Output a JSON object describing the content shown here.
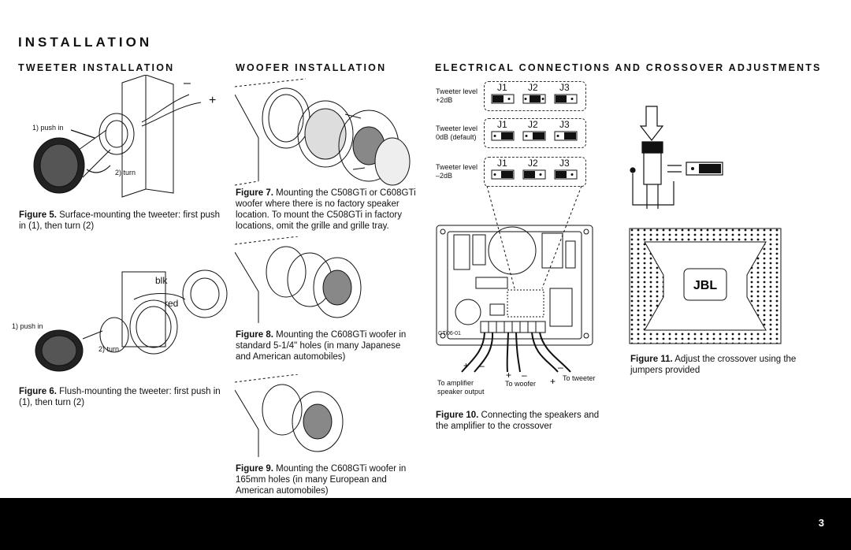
{
  "section_title": "INSTALLATION",
  "columns": {
    "tweeter": "TWEETER INSTALLATION",
    "woofer": "WOOFER INSTALLATION",
    "electrical": "ELECTRICAL CONNECTIONS AND CROSSOVER ADJUSTMENTS"
  },
  "fig5": {
    "label_push": "1) push in",
    "label_turn": "2) turn",
    "minus": "–",
    "plus": "+",
    "caption_bold": "Figure 5.",
    "caption_text": "Surface-mounting the tweeter: first push in (1), then turn (2)"
  },
  "fig6": {
    "label_blk": "blk",
    "label_red": "red",
    "label_push": "1) push in",
    "label_turn": "2) turn",
    "caption_bold": "Figure 6.",
    "caption_text": "Flush-mounting the tweeter: first push in (1), then turn (2)"
  },
  "fig7": {
    "caption_bold": "Figure 7.",
    "caption_text": "Mounting the C508GTi or C608GTi woofer where there is no factory speaker location. To mount the C508GTi in factory locations, omit the grille and grille tray."
  },
  "fig8": {
    "caption_bold": "Figure 8.",
    "caption_text": "Mounting the C608GTi woofer in standard 5-1/4\" holes (in many Japanese and American automobiles)"
  },
  "fig9": {
    "caption_bold": "Figure 9.",
    "caption_text": "Mounting the C608GTi woofer in 165mm holes (in many European and American automobiles)"
  },
  "jumper_settings": [
    {
      "label_line1": "Tweeter level",
      "label_line2": "+2dB"
    },
    {
      "label_line1": "Tweeter level",
      "label_line2": "0dB (default)"
    },
    {
      "label_line1": "Tweeter level",
      "label_line2": "–2dB"
    }
  ],
  "jumper_headers": [
    "J1",
    "J2",
    "J3"
  ],
  "fig10": {
    "board_label": "GTi06-01",
    "to_amplifier_line1": "To amplifier",
    "to_amplifier_line2": "speaker output",
    "to_woofer": "To woofer",
    "to_tweeter": "To tweeter",
    "caption_bold": "Figure 10.",
    "caption_text": "Connecting the speakers and the amplifier to the crossover"
  },
  "fig11": {
    "logo_text": "JBL",
    "caption_bold": "Figure 11.",
    "caption_text": "Adjust the crossover using the jumpers provided"
  },
  "page_number": "3"
}
